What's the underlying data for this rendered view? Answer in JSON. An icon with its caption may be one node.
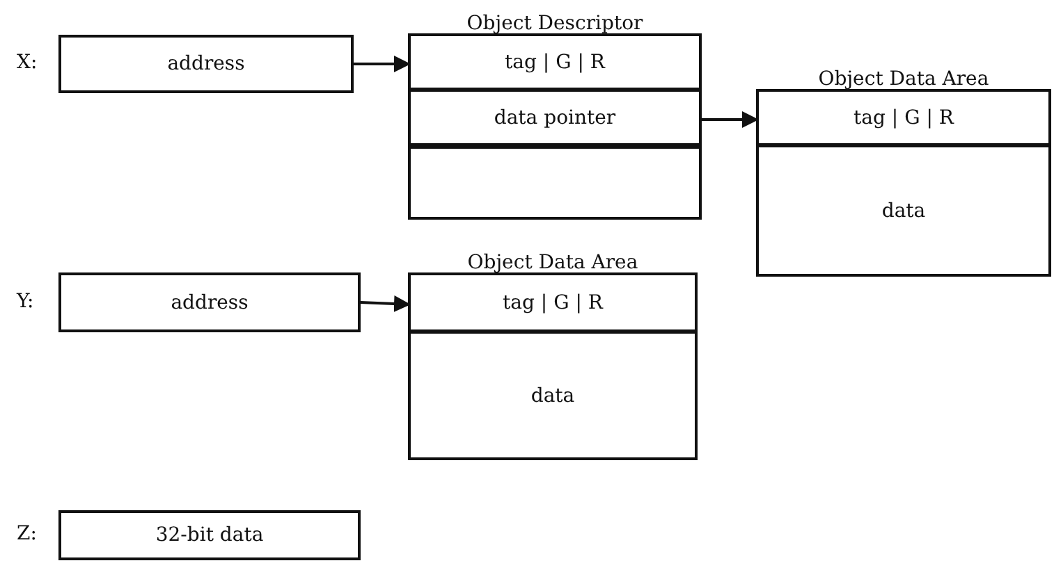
{
  "diagram": {
    "nodes": [
      {
        "text": [
          "address"
        ],
        "beside": [
          "X:"
        ]
      },
      {
        "text": [
          "Object Descriptor"
        ]
      },
      {
        "text": [
          "tag | G | R"
        ],
        "in": 1
      },
      {
        "text": [
          "data pointer"
        ],
        "in": 1
      },
      {
        "text": [],
        "shape": "box",
        "in": 1
      },
      {
        "text": [
          "Object Data Area"
        ]
      },
      {
        "text": [
          "tag | G | R"
        ],
        "in": 5
      },
      {
        "text": [
          "data"
        ],
        "in": 5
      },
      {
        "text": [
          "address"
        ],
        "beside": [
          "Y:"
        ]
      },
      {
        "text": [
          "Object Data Area"
        ]
      },
      {
        "text": [
          "tag | G | R"
        ],
        "in": 9
      },
      {
        "text": [
          "data"
        ],
        "in": 9
      },
      {
        "text": [
          "32-bit data"
        ],
        "beside": [
          "Z:"
        ]
      }
    ],
    "edges": [
      {
        "from": 0,
        "to": 2,
        "arrow": "to"
      },
      {
        "from": 3,
        "to": 6,
        "arrow": "to"
      },
      {
        "from": 8,
        "to": 10,
        "arrow": "to"
      }
    ]
  }
}
